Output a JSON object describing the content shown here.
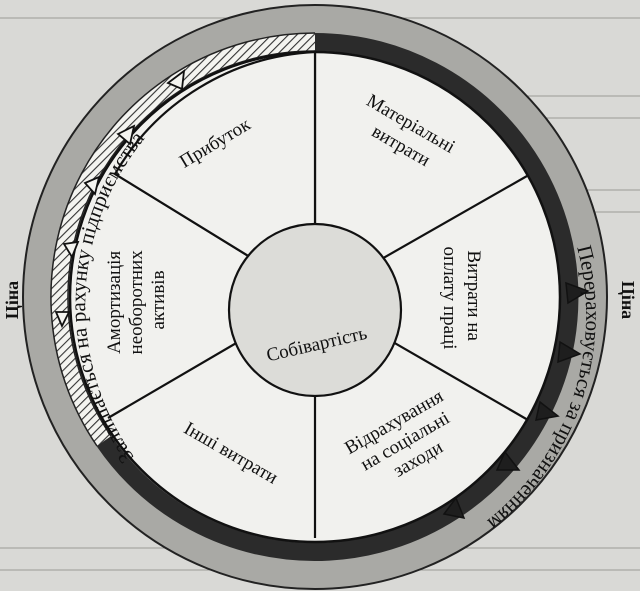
{
  "diagram": {
    "side_labels": {
      "left": "Ціна",
      "right": "Ціна"
    },
    "ring_labels": {
      "left": "Залишається на рахунку підприємства",
      "right": "Перераховується за призначенням"
    },
    "center": "Собівартість",
    "segments": {
      "profit": "Прибуток",
      "material": [
        "Матеріальні",
        "витрати"
      ],
      "wages": [
        "Витрати на",
        "оплату праці"
      ],
      "social": [
        "Відрахування",
        "на соціальні",
        "заходи"
      ],
      "other": "Інші витрати",
      "depreciation": [
        "Амортизація",
        "необоротних",
        "активів"
      ]
    },
    "colors": {
      "background": "#d9d9d6",
      "outer_ring": "#a9a9a5",
      "dark_band": "#2b2b2b",
      "pie_fill": "#f1f1ee",
      "center_fill": "#dcdcd8",
      "hatch": "#333333",
      "lines": "#111111"
    }
  }
}
